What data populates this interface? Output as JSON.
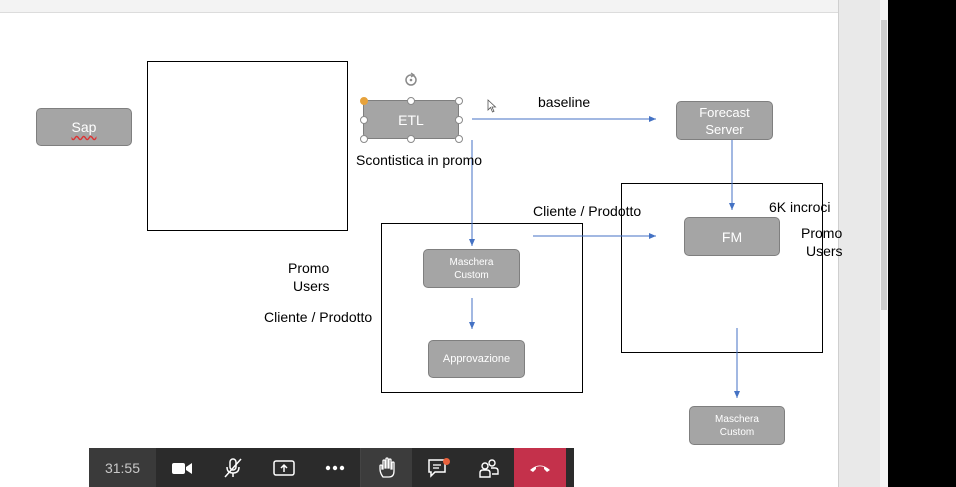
{
  "diagram": {
    "sap": "Sap",
    "etl": "ETL",
    "forecast_server": "Forecast Server",
    "fm": "FM",
    "maschera_custom": "Maschera Custom",
    "approvazione": "Approvazione",
    "maschera_custom_2": "Maschera Custom",
    "baseline": "baseline",
    "scontistica": "Scontistica in promo",
    "cliente_prodotto_top": "Cliente / Prodotto",
    "cliente_prodotto_left": "Cliente / Prodotto",
    "incroci": "6K incroci",
    "promo_users_left_1": "Promo",
    "promo_users_left_2": "Users",
    "promo_users_right_1": "Promo",
    "promo_users_right_2": "Users"
  },
  "meeting_toolbar": {
    "timer": "31:55",
    "icons": [
      "camera-icon",
      "mic-muted-icon",
      "share-icon",
      "more-icon",
      "raise-hand-icon",
      "chat-icon",
      "participants-icon",
      "hangup-icon"
    ]
  },
  "colors": {
    "box_fill": "#a5a5a5",
    "arrow": "#4472c4",
    "hangup": "#c4314b",
    "toolbar": "#2b2b2b"
  }
}
